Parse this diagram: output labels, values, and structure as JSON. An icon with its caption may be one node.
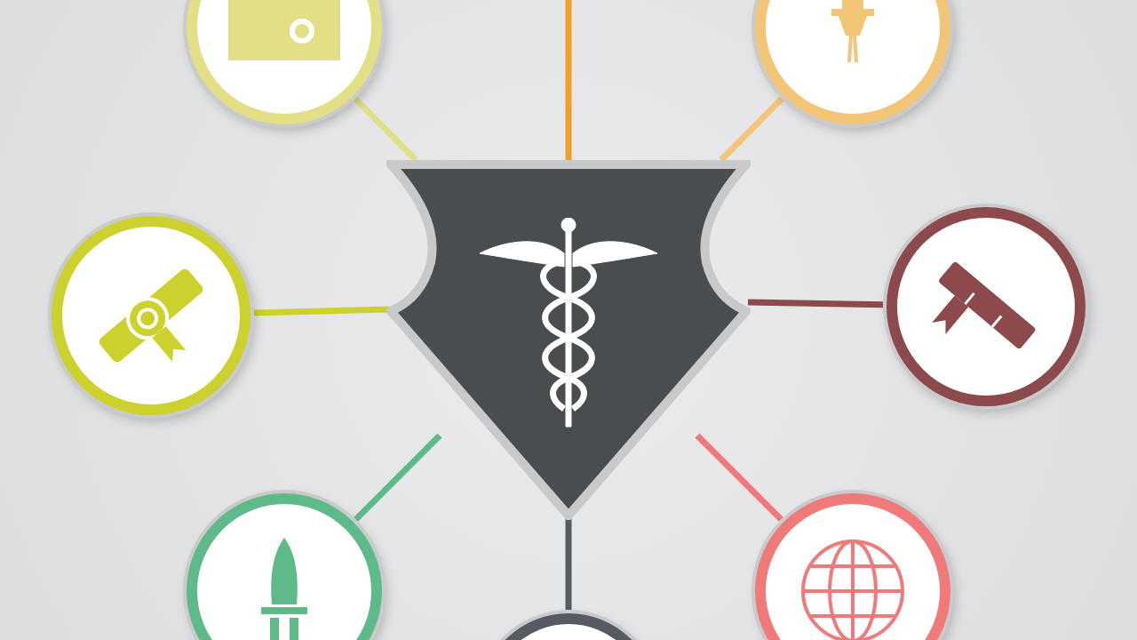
{
  "diagram": {
    "nodes": [
      {
        "text": [],
        "shape": "shield"
      },
      {
        "text": [],
        "shape": "circle"
      },
      {
        "text": [],
        "shape": "circle"
      },
      {
        "text": [],
        "shape": "circle"
      },
      {
        "text": [],
        "shape": "circle"
      },
      {
        "text": [],
        "shape": "circle"
      },
      {
        "text": [],
        "shape": "circle"
      },
      {
        "text": [],
        "shape": "circle"
      }
    ],
    "edges": [
      {
        "from": null,
        "to": 0,
        "arrow": "none",
        "color": "#f0a028"
      },
      {
        "from": 1,
        "to": 0,
        "arrow": "none",
        "color": "#e2df86"
      },
      {
        "from": 2,
        "to": 0,
        "arrow": "none",
        "color": "#f3c677"
      },
      {
        "from": 3,
        "to": 0,
        "arrow": "none",
        "color": "#cdd12e"
      },
      {
        "from": 4,
        "to": 0,
        "arrow": "none",
        "color": "#8c4a4c"
      },
      {
        "from": 5,
        "to": 0,
        "arrow": "none",
        "color": "#5fba8a"
      },
      {
        "from": 6,
        "to": 0,
        "arrow": "none",
        "color": "#565b61"
      },
      {
        "from": 7,
        "to": 0,
        "arrow": "none",
        "color": "#f07a7a"
      }
    ]
  }
}
